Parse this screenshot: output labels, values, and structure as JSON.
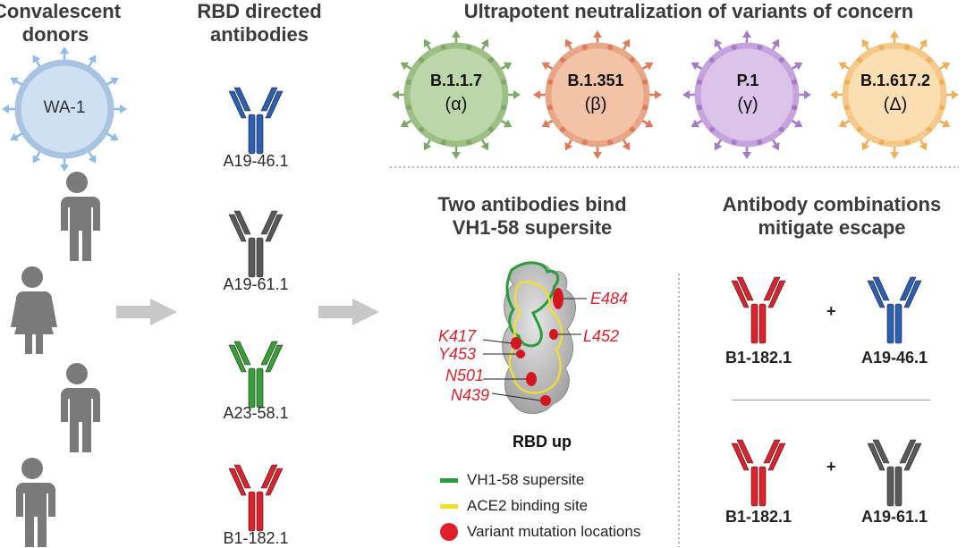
{
  "headers": {
    "donors": "Convalescent\ndonors",
    "antibodies": "RBD directed\nantibodies",
    "variants": "Ultrapotent neutralization of variants of concern",
    "binding": "Two antibodies bind\nVH1-58 supersite",
    "combos": "Antibody combinations\nmitigate escape"
  },
  "wa1_virus": {
    "label": "WA-1",
    "fill": "#cfe0f2",
    "ring": "#a9c3e3",
    "spike": "#8fbce8"
  },
  "variants": [
    {
      "name": "B.1.1.7",
      "greek": "(α)",
      "fill": "#bcd6a9",
      "ring": "#9cbf86",
      "spike": "#7ea867"
    },
    {
      "name": "B.1.351",
      "greek": "(β)",
      "fill": "#f3c3a8",
      "ring": "#e9a78a",
      "spike": "#e07a58"
    },
    {
      "name": "P.1",
      "greek": "(γ)",
      "fill": "#dbc3ea",
      "ring": "#c6a3dd",
      "spike": "#a67ac8"
    },
    {
      "name": "B.1.617.2",
      "greek": "(Δ)",
      "fill": "#fbdfb2",
      "ring": "#f5c987",
      "spike": "#f2ad5a"
    }
  ],
  "antibodies": [
    {
      "label": "A19-46.1",
      "color": "#2a5fb6"
    },
    {
      "label": "A19-61.1",
      "color": "#595959"
    },
    {
      "label": "A23-58.1",
      "color": "#36a036"
    },
    {
      "label": "B1-182.1",
      "color": "#e0202a"
    }
  ],
  "mutations": {
    "E484": "E484",
    "L452": "L452",
    "K417": "K417",
    "Y453": "Y453",
    "N501": "N501",
    "N439": "N439"
  },
  "rbd_label": "RBD up",
  "legend": [
    {
      "label": "VH1-58 supersite",
      "color": "#2a9d3a"
    },
    {
      "label": "ACE2 binding site",
      "color": "#f2e02a"
    },
    {
      "label": "Variant mutation locations",
      "color": "#e0202a"
    }
  ],
  "combos": [
    {
      "left": "B1-182.1",
      "plus": "+",
      "right": "A19-46.1"
    },
    {
      "left": "B1-182.1",
      "plus": "+",
      "right": "A19-61.1"
    }
  ],
  "colors": {
    "person": "#7a7a7a",
    "arrow": "#c8c8c8",
    "divider": "#9a9a9a"
  }
}
